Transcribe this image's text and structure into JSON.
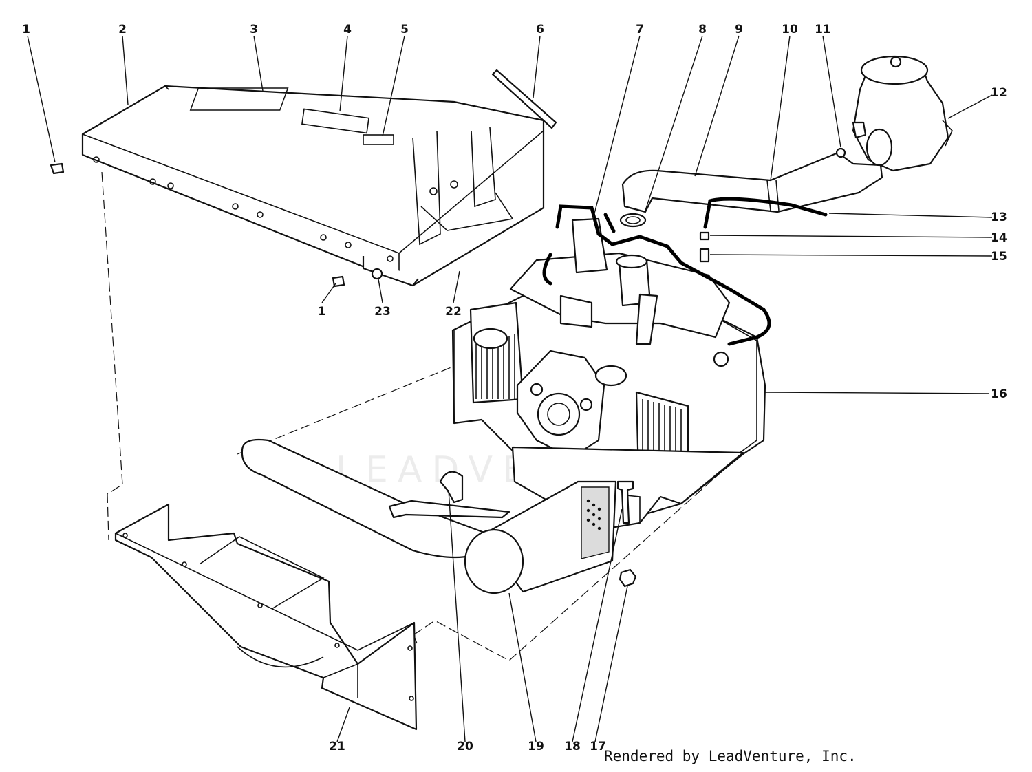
{
  "diagram": {
    "watermark": "LEADVENTURE",
    "credit": "Rendered by LeadVenture, Inc.",
    "callouts": [
      {
        "id": "c1a",
        "label": "1"
      },
      {
        "id": "c2",
        "label": "2"
      },
      {
        "id": "c3",
        "label": "3"
      },
      {
        "id": "c4",
        "label": "4"
      },
      {
        "id": "c5",
        "label": "5"
      },
      {
        "id": "c6",
        "label": "6"
      },
      {
        "id": "c7",
        "label": "7"
      },
      {
        "id": "c8",
        "label": "8"
      },
      {
        "id": "c9",
        "label": "9"
      },
      {
        "id": "c10",
        "label": "10"
      },
      {
        "id": "c11",
        "label": "11"
      },
      {
        "id": "c12",
        "label": "12"
      },
      {
        "id": "c13",
        "label": "13"
      },
      {
        "id": "c14",
        "label": "14"
      },
      {
        "id": "c15",
        "label": "15"
      },
      {
        "id": "c16",
        "label": "16"
      },
      {
        "id": "c17",
        "label": "17"
      },
      {
        "id": "c18",
        "label": "18"
      },
      {
        "id": "c19",
        "label": "19"
      },
      {
        "id": "c20",
        "label": "20"
      },
      {
        "id": "c21",
        "label": "21"
      },
      {
        "id": "c22",
        "label": "22"
      },
      {
        "id": "c23",
        "label": "23"
      },
      {
        "id": "c1b",
        "label": "1"
      }
    ]
  }
}
